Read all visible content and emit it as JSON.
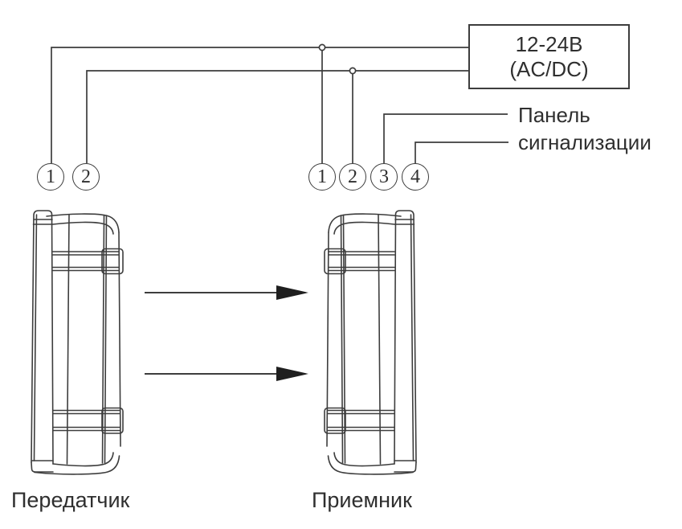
{
  "diagram": {
    "title": "beam-sensor-wiring-diagram",
    "power_box": {
      "line1": "12-24В",
      "line2": "(AC/DC)"
    },
    "panel_label": {
      "line1": "Панель",
      "line2": "сигнализации"
    },
    "terminals": {
      "transmitter": [
        "1",
        "2"
      ],
      "receiver": [
        "1",
        "2",
        "3",
        "4"
      ]
    },
    "devices": {
      "transmitter_label": "Передатчик",
      "receiver_label": "Приемник"
    },
    "icons": {
      "beam_arrow": "right-arrow",
      "junction_dot": "wire-junction-node"
    },
    "colors": {
      "line": "#3d3d3d",
      "text": "#2f2f2f",
      "background": "#ffffff"
    }
  }
}
